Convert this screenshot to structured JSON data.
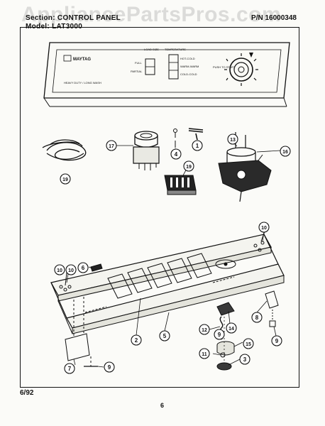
{
  "watermark": "AppliancePartsPros.com",
  "header": {
    "section_label": "Section: CONTROL PANEL",
    "model_label": "Model: LAT3000",
    "part_number": "P/N 16000348"
  },
  "panel": {
    "brand": "MAYTAG",
    "heading_left": "LOAD SIZE",
    "heading_right": "TEMPERATURE",
    "left_labels": [
      "FULL",
      "PARTIAL"
    ],
    "right_labels": [
      "HOT-COLD",
      "WARM-WARM",
      "COLD-COLD"
    ],
    "bottom_caption": "HEAVY DUTY / LONG WASH",
    "dial_caption": "PUSH TO START"
  },
  "callouts": [
    "1",
    "2",
    "3",
    "4",
    "5",
    "6",
    "7",
    "8",
    "9",
    "9",
    "9",
    "10",
    "10",
    "10",
    "11",
    "12",
    "13",
    "14",
    "15",
    "16",
    "17",
    "19",
    "19"
  ],
  "footer": {
    "date": "6/92",
    "page": "6"
  }
}
